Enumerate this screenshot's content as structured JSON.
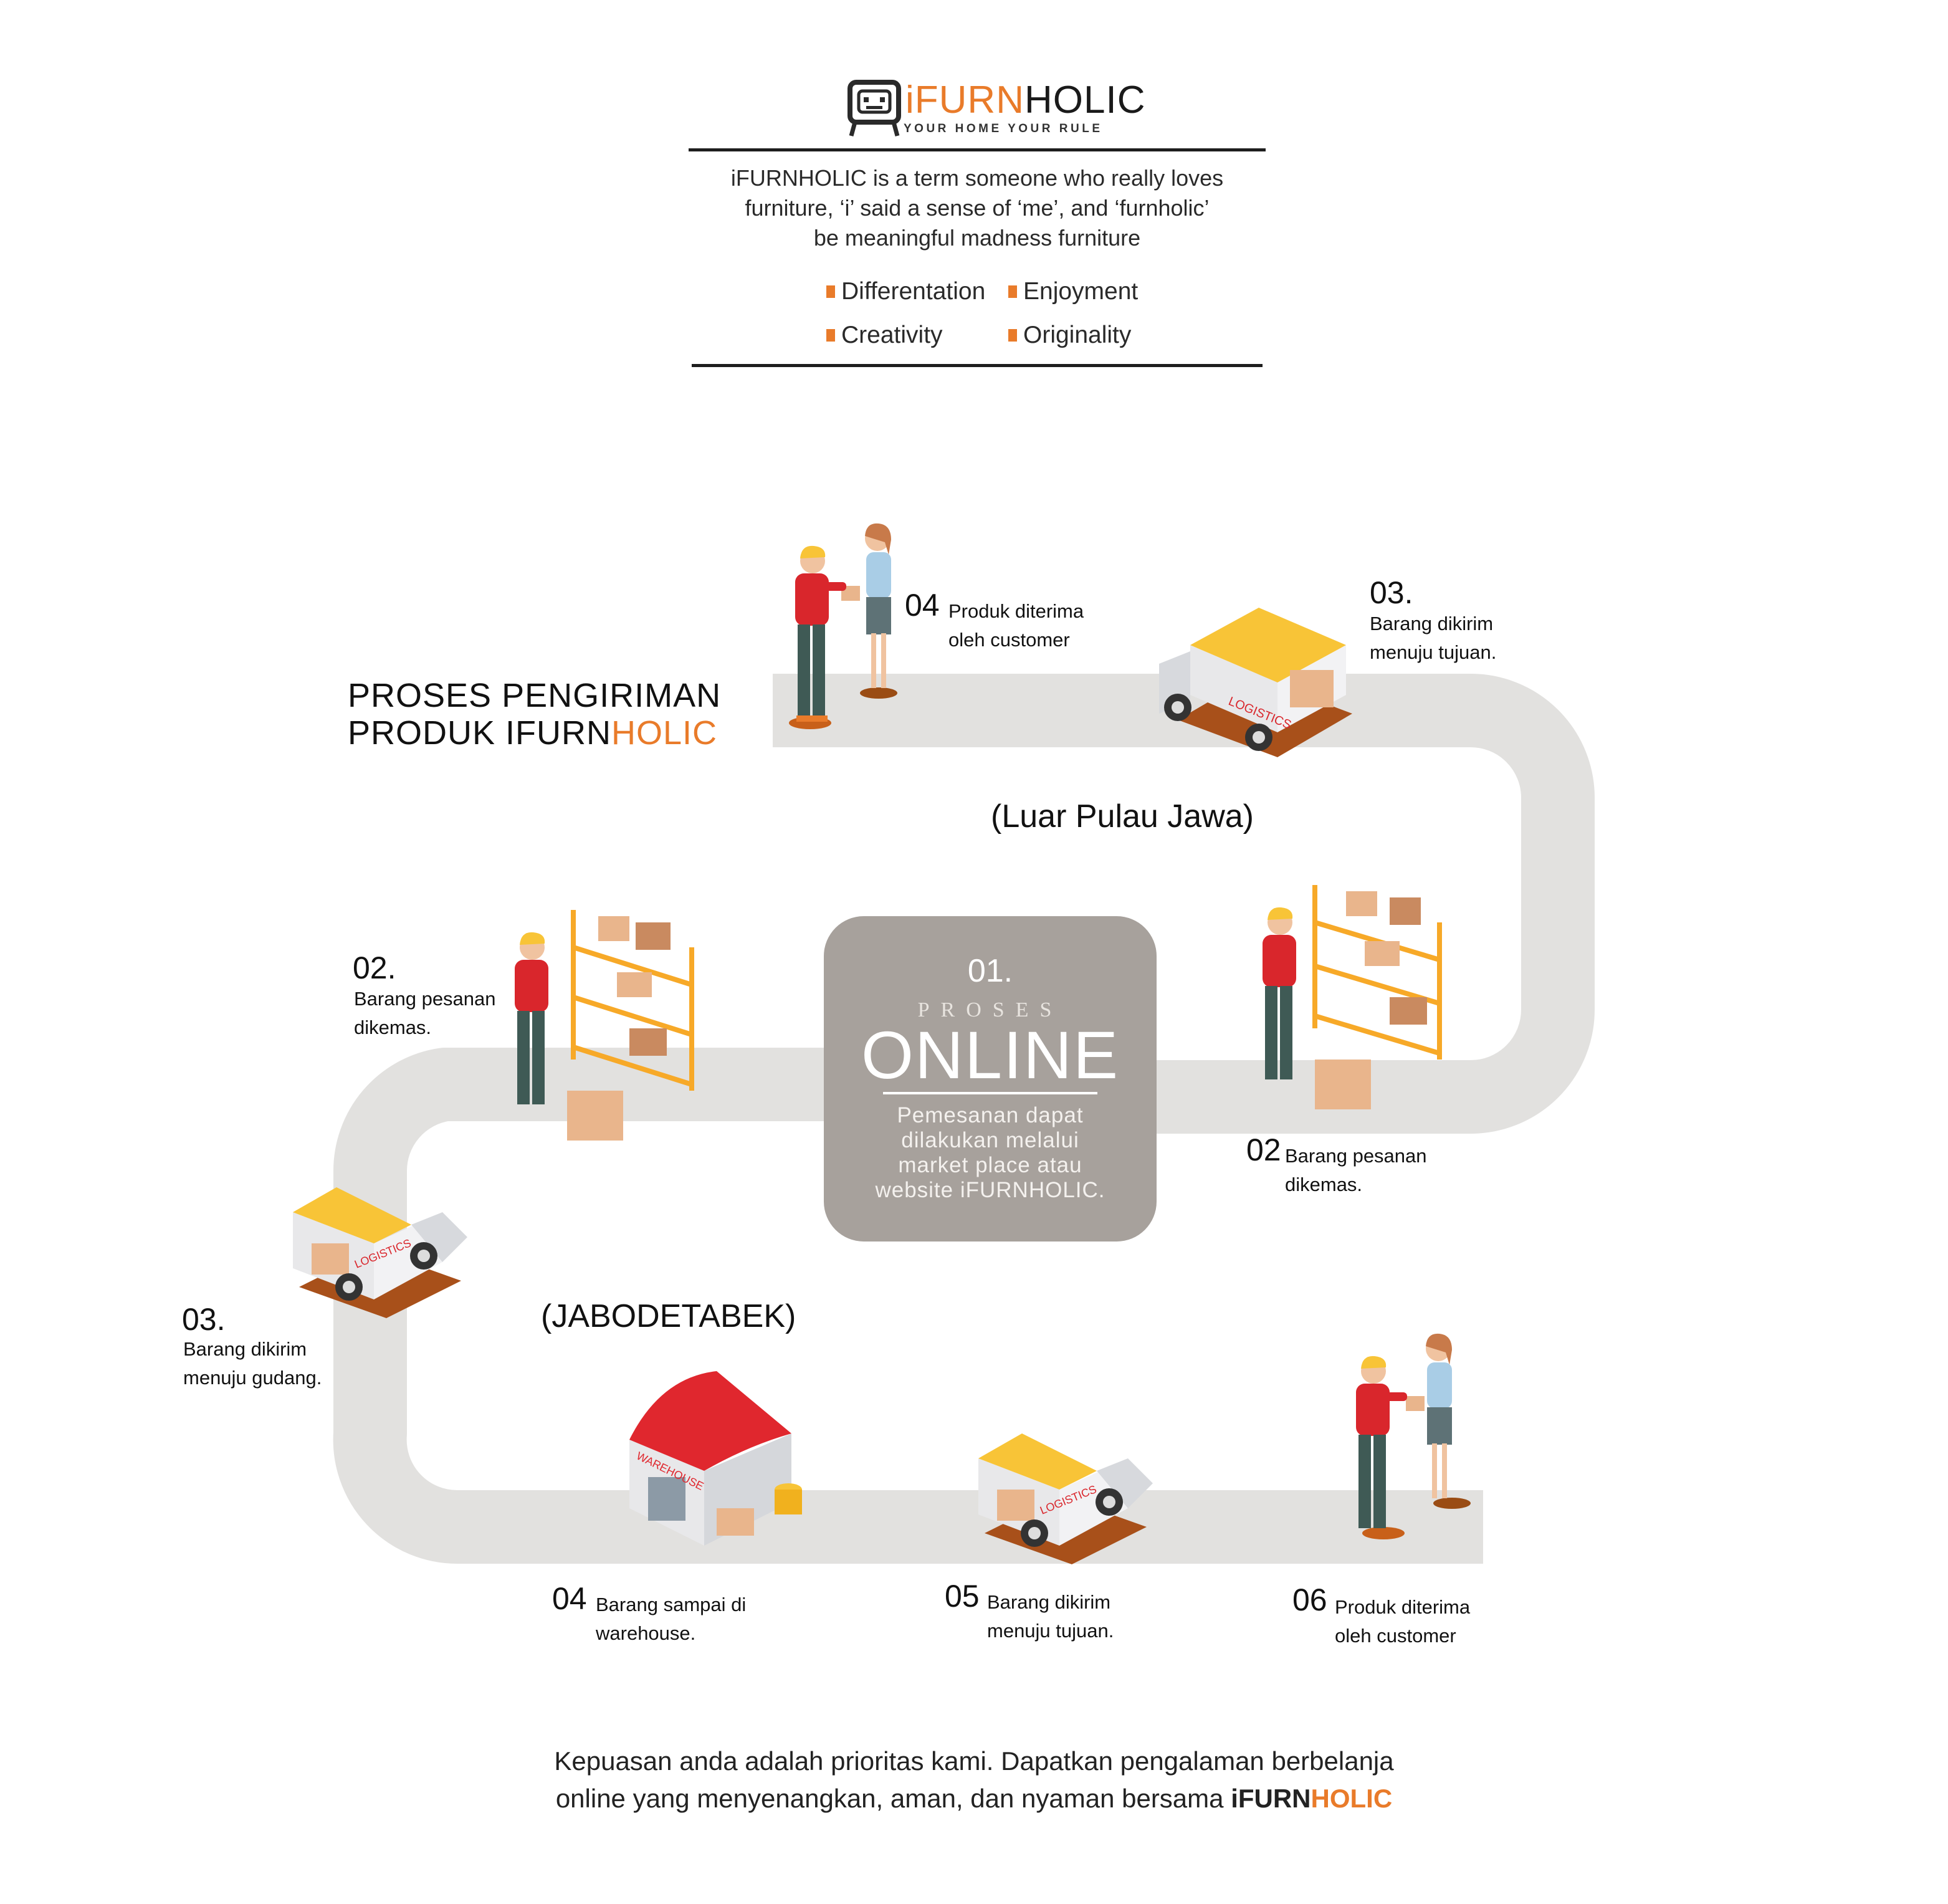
{
  "brand": {
    "name_part1": "iFURN",
    "name_part2": "HOLIC",
    "tagline": "YOUR HOME YOUR RULE",
    "accent_color": "#e97b2a",
    "logo_icon": "sofa-face-icon"
  },
  "intro": {
    "line1": "iFURNHOLIC is a term someone who really loves",
    "line2": "furniture, ‘i’ said a sense of ‘me’, and ‘furnholic’",
    "line3": "be meaningful madness furniture"
  },
  "values": [
    "Differentation",
    "Enjoyment",
    "Creativity",
    "Originality"
  ],
  "title": {
    "line1": "PROSES PENGIRIMAN",
    "line2_black": "PRODUK IFURN",
    "line2_orange": "HOLIC"
  },
  "regions": {
    "outer": "(Luar Pulau Jawa)",
    "inner": "(JABODETABEK)"
  },
  "center": {
    "number": "01.",
    "kicker": "PROSES",
    "headline": "ONLINE",
    "desc1": "Pemesanan dapat",
    "desc2": "dilakukan melalui",
    "desc3": "market place atau",
    "desc4": "website iFURNHOLIC.",
    "box_color": "#a7a19c"
  },
  "steps_outer": [
    {
      "num": "02",
      "line1": "Barang pesanan",
      "line2": "dikemas.",
      "icon": "warehouse-worker-icon"
    },
    {
      "num": "03.",
      "line1": "Barang dikirim",
      "line2": "menuju tujuan.",
      "icon": "delivery-truck-icon"
    },
    {
      "num": "04",
      "line1": "Produk diterima",
      "line2": "oleh customer",
      "icon": "courier-handover-icon"
    }
  ],
  "steps_inner": [
    {
      "num": "02.",
      "line1": "Barang pesanan",
      "line2": "dikemas.",
      "icon": "warehouse-worker-icon"
    },
    {
      "num": "03.",
      "line1": "Barang dikirim",
      "line2": "menuju gudang.",
      "icon": "delivery-truck-icon"
    },
    {
      "num": "04",
      "line1": "Barang sampai di",
      "line2": "warehouse.",
      "icon": "warehouse-building-icon"
    },
    {
      "num": "05",
      "line1": "Barang dikirim",
      "line2": "menuju tujuan.",
      "icon": "delivery-truck-icon"
    },
    {
      "num": "06",
      "line1": "Produk diterima",
      "line2": "oleh customer",
      "icon": "courier-handover-icon"
    }
  ],
  "truck_label": "LOGISTICS",
  "warehouse_label": "WAREHOUSE",
  "footer": {
    "line1": "Kepuasan anda adalah prioritas kami. Dapatkan pengalaman berbelanja",
    "line2": "online yang menyenangkan, aman, dan nyaman bersama ",
    "brand_part1": "iFURN",
    "brand_part2": "HOLIC"
  },
  "colors": {
    "road": "#e2e1df",
    "truck_roof": "#f8c437",
    "shelf": "#f7a928",
    "box": "#e9b58c",
    "shirt": "#d9262c",
    "warehouse_roof": "#e0272e"
  }
}
